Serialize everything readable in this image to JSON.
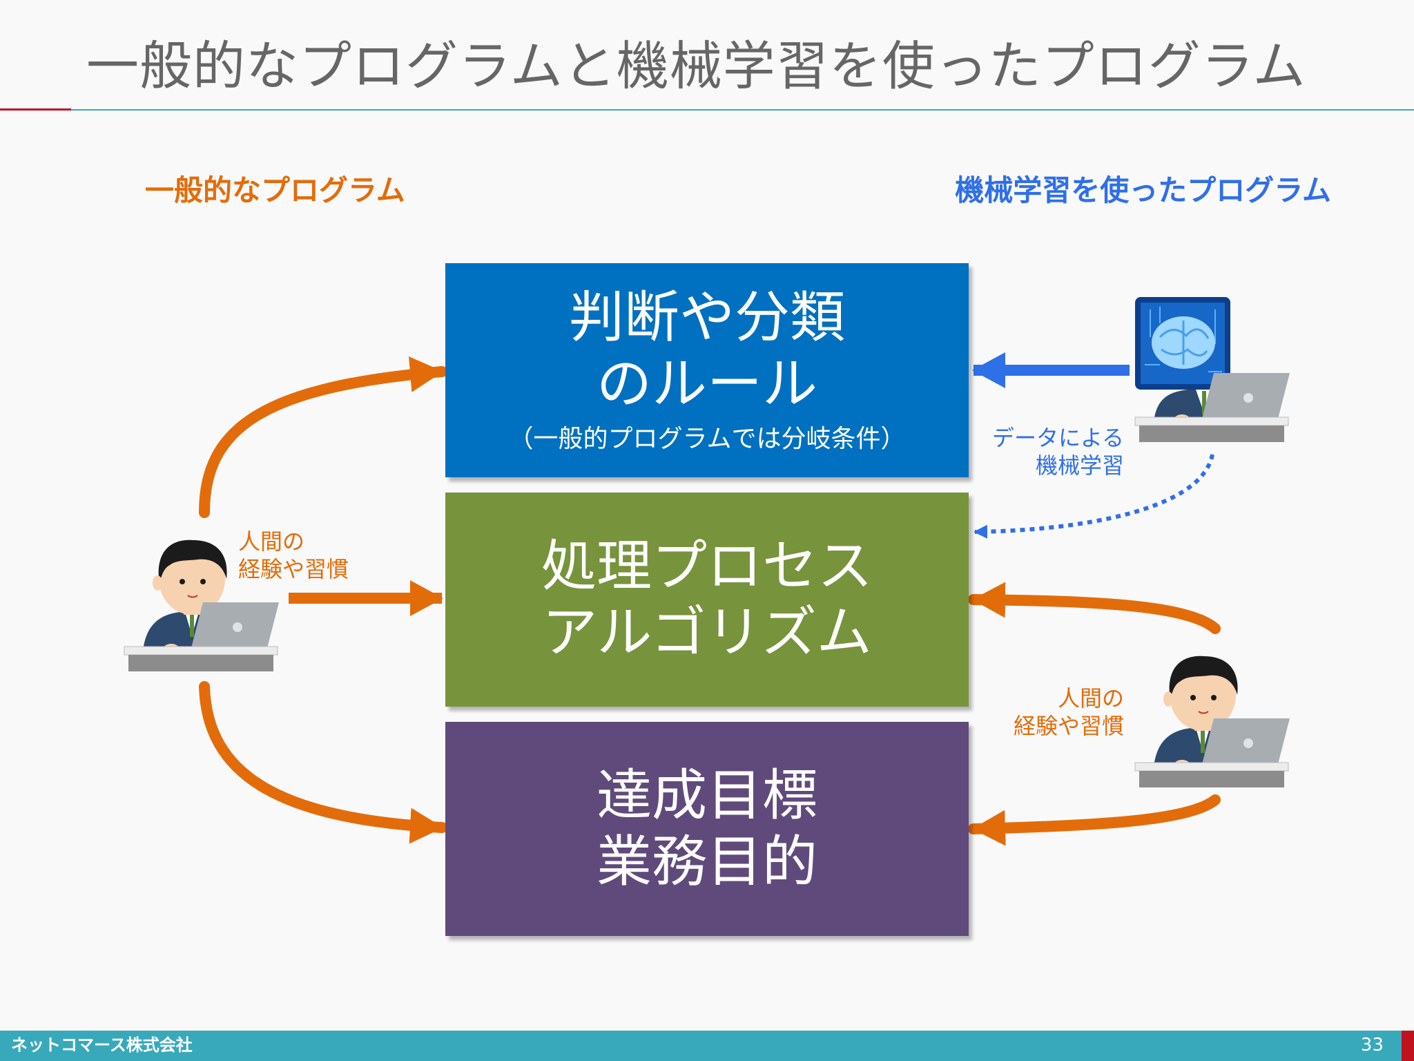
{
  "title": "一般的なプログラムと機械学習を使ったプログラム",
  "left_heading": "一般的なプログラム",
  "right_heading": "機械学習を使ったプログラム",
  "boxes": {
    "rules": {
      "line1": "判断や分類",
      "line2": "のルール",
      "sub": "（一般的プログラムでは分岐条件）"
    },
    "process": {
      "line1": "処理プロセス",
      "line2": "アルゴリズム"
    },
    "goal": {
      "line1": "達成目標",
      "line2": "業務目的"
    }
  },
  "labels": {
    "human_left_1": "人間の",
    "human_left_2": "経験や習慣",
    "ml_1": "データによる",
    "ml_2": "機械学習",
    "human_right_1": "人間の",
    "human_right_2": "経験や習慣"
  },
  "footer": {
    "company": "ネットコマース株式会社",
    "page": "33"
  },
  "colors": {
    "orange": "#e36c0a",
    "blue_accent": "#2f6fe8",
    "box_rules": "#0070c0",
    "box_process": "#77933c",
    "box_goal": "#604a7b",
    "footer": "#38a9bb",
    "title_text": "#666666"
  }
}
